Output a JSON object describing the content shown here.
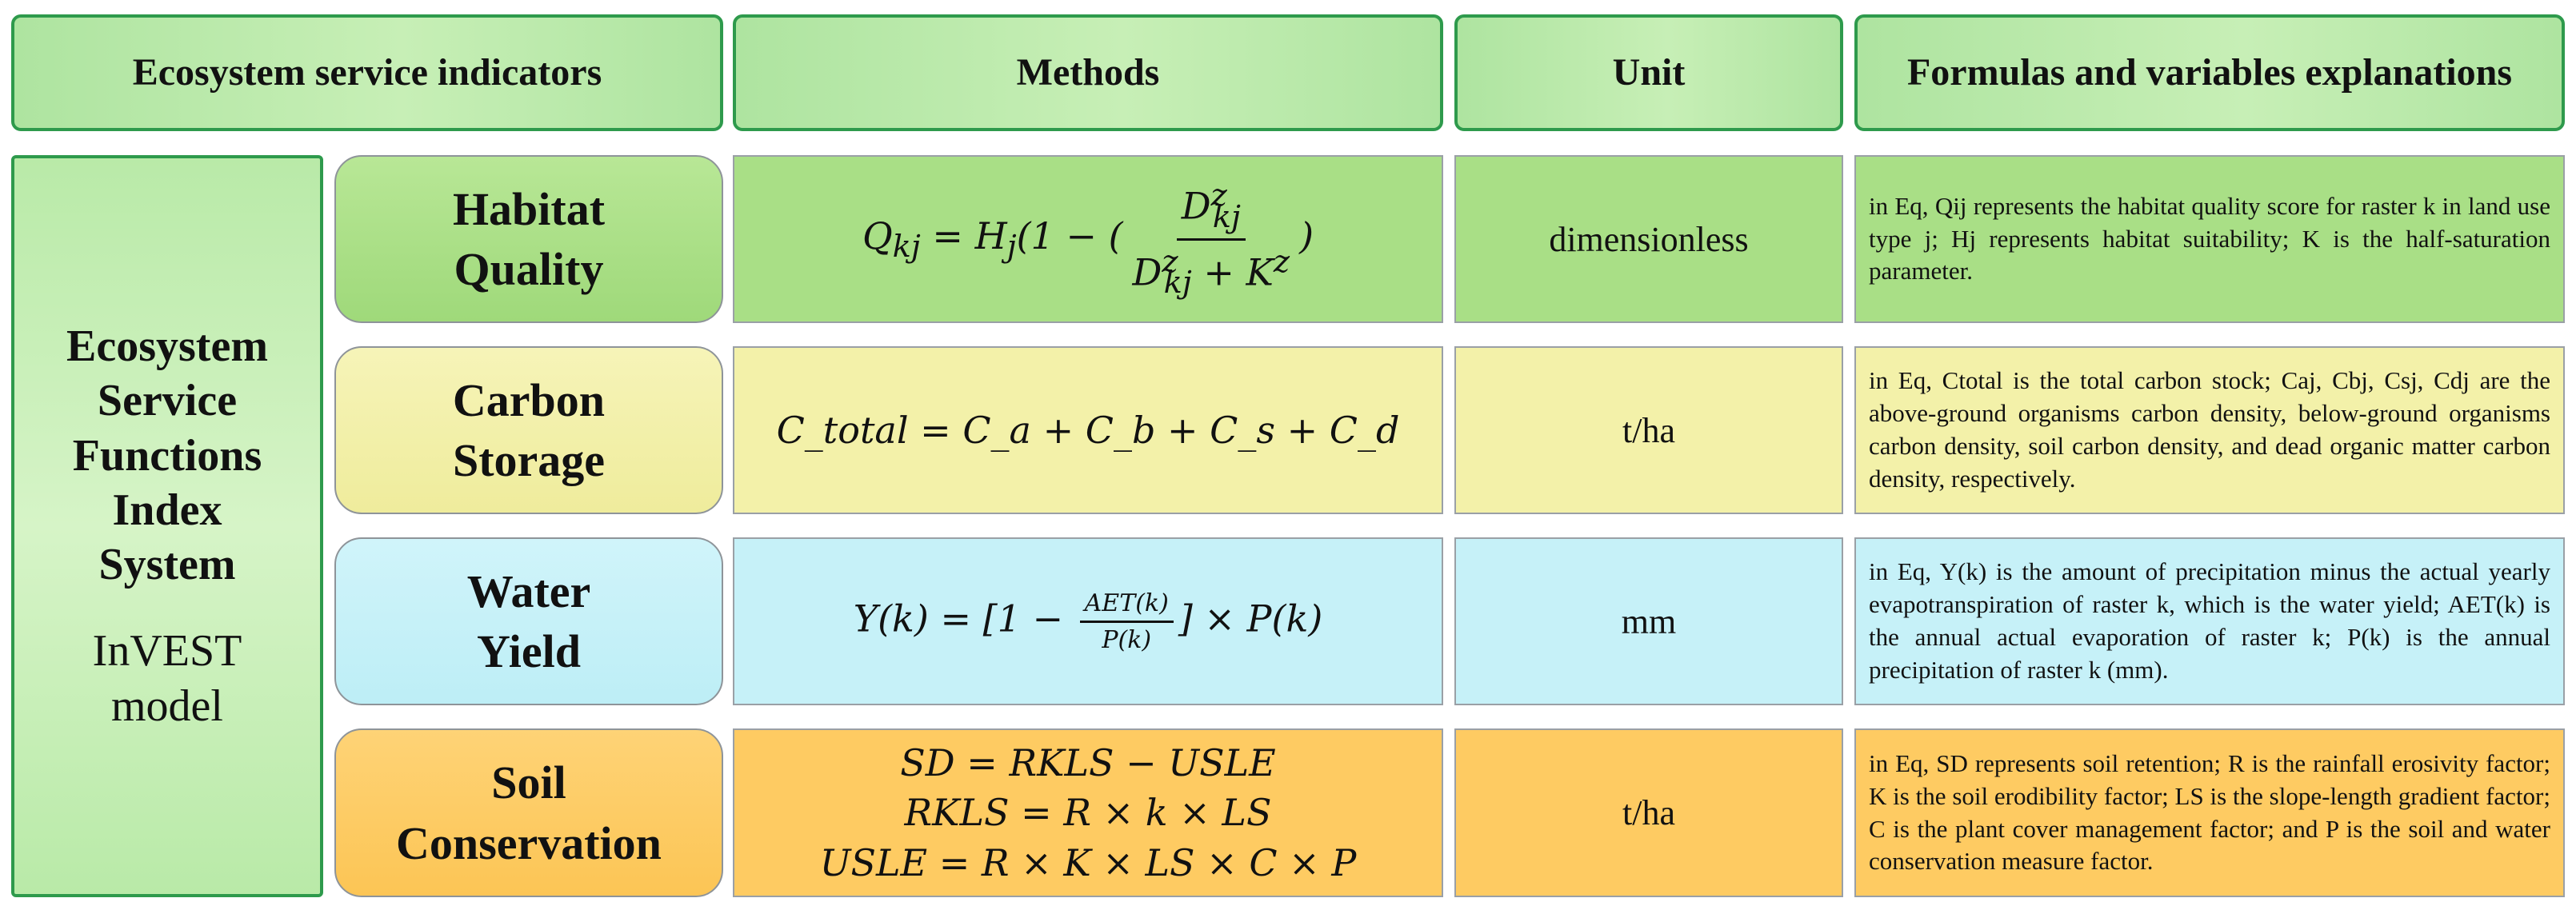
{
  "headers": {
    "indicators": "Ecosystem service indicators",
    "methods": "Methods",
    "unit": "Unit",
    "formulas": "Formulas and variables explanations"
  },
  "left_panel": {
    "title_lines": [
      "Ecosystem",
      "Service",
      "Functions",
      "Index",
      "System"
    ],
    "model_lines": [
      "InVEST",
      "model"
    ]
  },
  "rows": [
    {
      "name_lines": [
        "Habitat",
        "Quality"
      ],
      "method": {
        "lhs": "Q",
        "lhs_sub": "kj",
        "mid": " = H",
        "mid_sub": "j",
        "open": "(1 − (",
        "num": "D",
        "num_sub": "kj",
        "num_sup": "z",
        "den_a": "D",
        "den_a_sub": "kj",
        "den_a_sup": "z",
        "den_b": " + K",
        "den_b_sup": "z",
        "close": ")"
      },
      "unit": "dimensionless",
      "explanation": "in Eq, Qij represents the habitat quality score for raster k in land use type j; Hj represents habitat suitability; K is the half-saturation parameter."
    },
    {
      "name_lines": [
        "Carbon",
        "Storage"
      ],
      "method": "C_total = C_a + C_b + C_s + C_d",
      "unit": "t/ha",
      "explanation": "in Eq, Ctotal is the total carbon stock; Caj, Cbj, Csj, Cdj are the above-ground organisms carbon density, below-ground organisms carbon density, soil carbon density, and dead organic matter carbon density, respectively."
    },
    {
      "name_lines": [
        "Water",
        "Yield"
      ],
      "method": {
        "lhs": "Y(k) = [1 − ",
        "num": "AET(k)",
        "den": "P(k)",
        "rhs": "] × P(k)"
      },
      "unit": "mm",
      "explanation": "in Eq, Y(k) is the amount of precipitation minus the actual yearly evapotranspiration of raster k, which is the water yield; AET(k) is the annual actual evaporation of raster k; P(k) is the annual precipitation of raster k (mm)."
    },
    {
      "name_lines": [
        "Soil",
        "Conservation"
      ],
      "method_lines": [
        "SD = RKLS − USLE",
        "RKLS = R × k × LS",
        "USLE = R × K × LS × C × P"
      ],
      "unit": "t/ha",
      "explanation": "in Eq, SD represents soil retention; R is the rainfall erosivity factor; K is the soil erodibility factor; LS is the slope-length gradient factor; C is the plant cover management factor; and P is the soil and water conservation measure factor."
    }
  ],
  "colors": {
    "border_green": "#2e9a4c",
    "row_green": "#a9df86",
    "row_yellow": "#f3f1a9",
    "row_blue": "#c6f1f8",
    "row_orange": "#fecb62"
  }
}
